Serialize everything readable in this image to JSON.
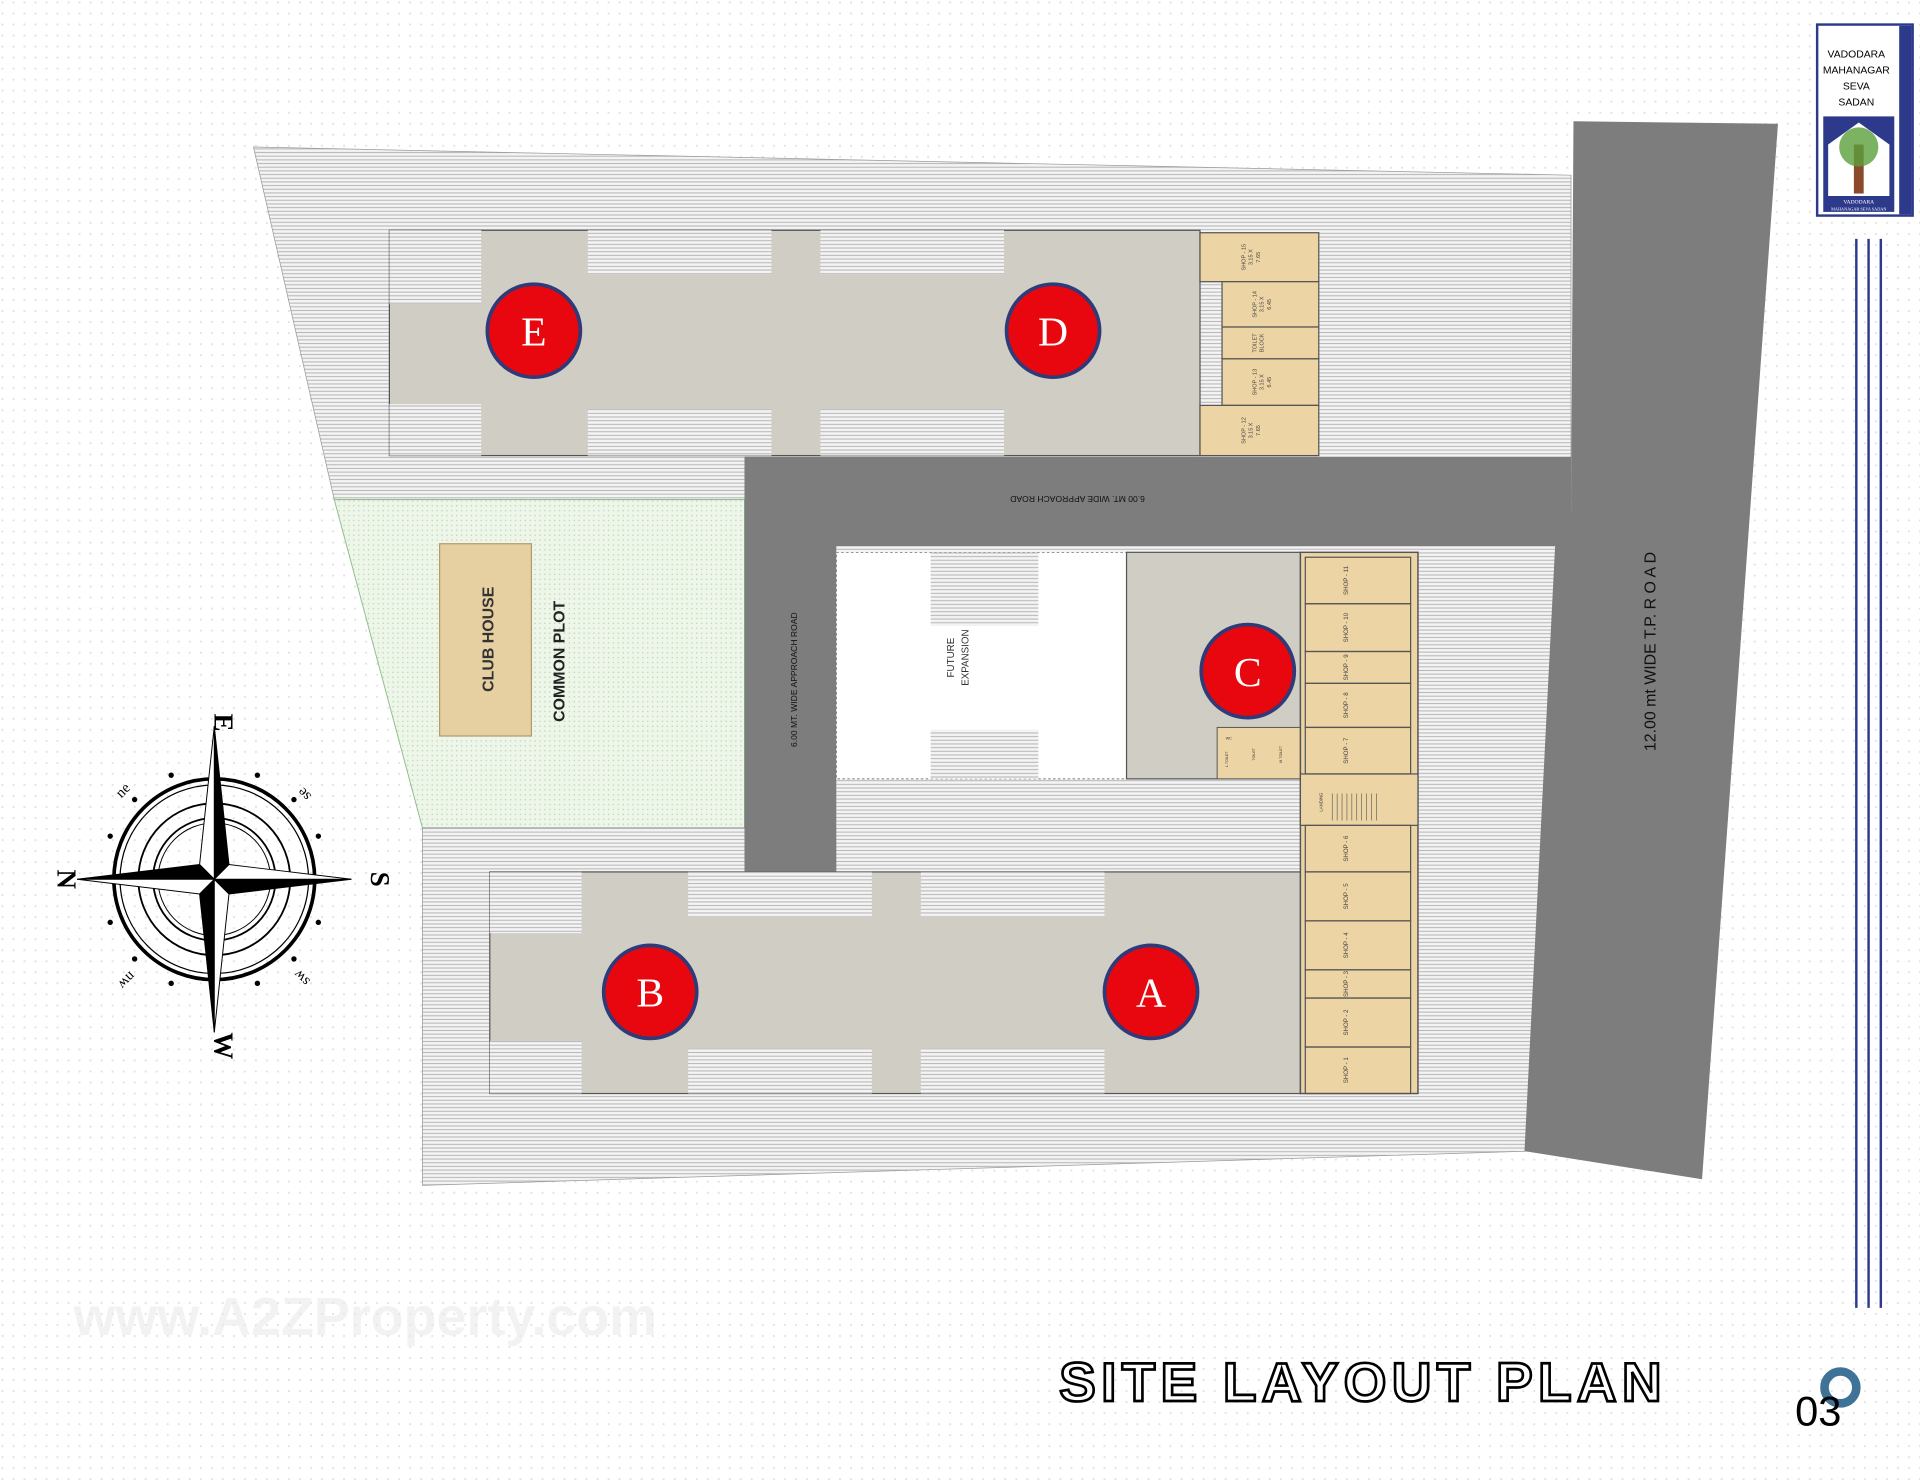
{
  "logo": {
    "lines": [
      "VADODARA",
      "MAHANAGAR",
      "SEVA",
      "SADAN"
    ],
    "emblem_text": [
      "VADODARA",
      "MAHANAGAR SEVA SADAN"
    ]
  },
  "watermark": "www.A2ZProperty.com",
  "title": "SITE LAYOUT PLAN",
  "page_number": "03",
  "roads": {
    "tp_road": "12.00 mt WIDE T.P.  R O A D",
    "approach_horizontal": "6.00 MT. WIDE APPROACH ROAD",
    "approach_vertical": "6.00 MT. WIDE APPROACH ROAD"
  },
  "areas": {
    "club_house": "CLUB HOUSE",
    "common_plot": "COMMON PLOT",
    "future_expansion": [
      "FUTURE",
      "EXPANSION"
    ],
    "landing": "LANDING",
    "c_annex": [
      "WC",
      "L.TOILET",
      "TOILET",
      "M.TOILET"
    ]
  },
  "buildings": [
    "E",
    "D",
    "C",
    "B",
    "A"
  ],
  "top_shops": [
    {
      "name": "SHOP - 15",
      "size": "3.15 X",
      "depth": "7.65"
    },
    {
      "name": "SHOP - 14",
      "size": "3.15 X",
      "depth": "6.45"
    },
    {
      "name": "TOILET",
      "size": "BLOCK",
      "depth": ""
    },
    {
      "name": "SHOP - 13",
      "size": "3.15 X",
      "depth": "6.45"
    },
    {
      "name": "SHOP - 12",
      "size": "3.15 X",
      "depth": "7.65"
    }
  ],
  "right_shops": [
    "SHOP - 11",
    "SHOP - 10",
    "SHOP - 9",
    "SHOP - 8",
    "SHOP - 7",
    "SHOP - 6",
    "SHOP - 5",
    "SHOP - 4",
    "SHOP - 3",
    "SHOP - 2",
    "SHOP - 1"
  ],
  "compass": {
    "main": [
      "N",
      "E",
      "S",
      "W"
    ],
    "minor": [
      "ne",
      "se",
      "sw",
      "nw"
    ]
  },
  "colors": {
    "marker_red": "#e8070f",
    "marker_border": "#2f3a78",
    "road": "#7d7d7d",
    "building": "#cfcdc4",
    "shop": "#ecd4a4",
    "green": "#e6f2e1",
    "logo_blue": "#2d3a8c",
    "page_ring": "#3f7297"
  }
}
